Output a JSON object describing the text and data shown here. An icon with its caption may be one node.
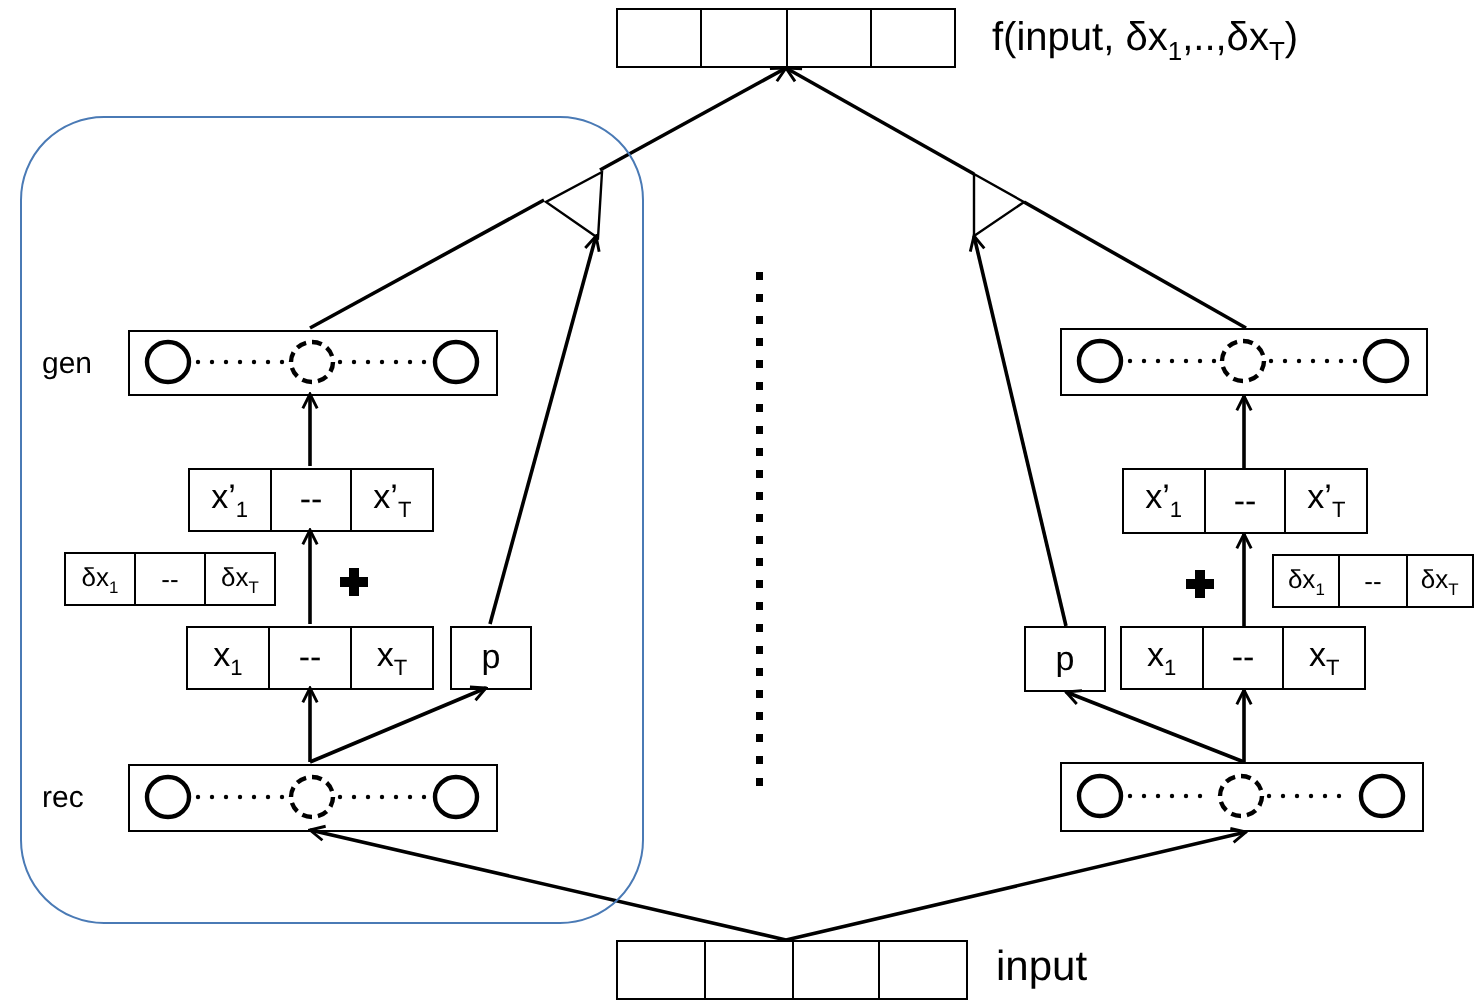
{
  "diagram": {
    "nodes": [
      {
        "text": [],
        "shape": "box",
        "beside": [
          "f(input, δx$_{1}$,..,δx$_{T}$)"
        ]
      },
      {
        "text": [],
        "shape": "box"
      },
      {
        "text": [
          "gen"
        ],
        "in": 1
      },
      {
        "text": [
          "x’$_{1}$",
          "--",
          "x’$_{T}$"
        ],
        "in": 1
      },
      {
        "text": [
          "δx$_{1}$",
          "--",
          "δx$_{T}$"
        ],
        "in": 1
      },
      {
        "text": [
          "x$_{1}$",
          "--",
          "x$_{T}$"
        ],
        "in": 1
      },
      {
        "text": [
          "p"
        ],
        "in": 1
      },
      {
        "text": [
          "rec"
        ],
        "in": 1
      },
      {
        "text": [],
        "shape": "box"
      },
      {
        "text": [
          "x’$_{1}$",
          "--",
          "x’$_{T}$"
        ]
      },
      {
        "text": [
          "δx$_{1}$",
          "--",
          "δx$_{T}$"
        ]
      },
      {
        "text": [
          "p"
        ]
      },
      {
        "text": [
          "x$_{1}$",
          "--",
          "x$_{T}$"
        ]
      },
      {
        "text": [],
        "shape": "box"
      },
      {
        "text": [],
        "shape": "box",
        "beside": [
          "input"
        ]
      },
      {
        "text": [],
        "shape": "triangle",
        "in": 1
      },
      {
        "text": [],
        "shape": "triangle"
      }
    ],
    "edges": [
      {
        "from": 14,
        "to": 7,
        "arrow": "to"
      },
      {
        "from": 14,
        "to": 13,
        "arrow": "to"
      },
      {
        "from": 7,
        "to": 5,
        "arrow": "to"
      },
      {
        "from": 7,
        "to": 6,
        "arrow": "to"
      },
      {
        "from": 5,
        "to": 3,
        "arrow": "to"
      },
      {
        "from": 3,
        "to": 2,
        "arrow": "to"
      },
      {
        "from": 2,
        "to": 15,
        "arrow": "none"
      },
      {
        "from": 6,
        "to": 15,
        "arrow": "to"
      },
      {
        "from": 13,
        "to": 12,
        "arrow": "to"
      },
      {
        "from": 13,
        "to": 11,
        "arrow": "to"
      },
      {
        "from": 12,
        "to": 9,
        "arrow": "to"
      },
      {
        "from": 9,
        "to": 8,
        "arrow": "to"
      },
      {
        "from": 8,
        "to": 16,
        "arrow": "none"
      },
      {
        "from": 11,
        "to": 16,
        "arrow": "to"
      },
      {
        "from": 15,
        "to": 0,
        "arrow": "to"
      },
      {
        "from": 16,
        "to": 0,
        "arrow": "to"
      }
    ]
  }
}
